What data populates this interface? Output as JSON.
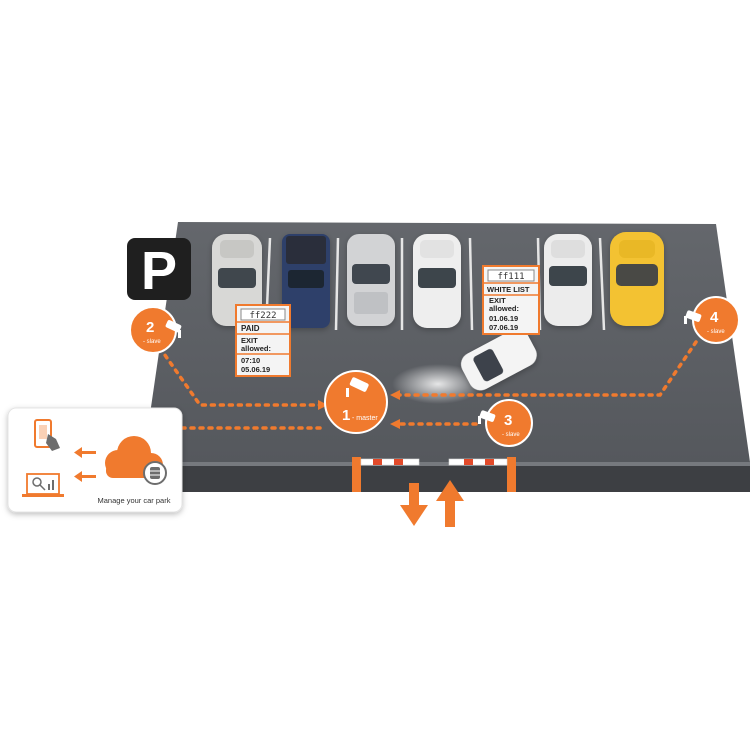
{
  "parking_sign": "P",
  "cameras": [
    {
      "number": "1",
      "role": "- master"
    },
    {
      "number": "2",
      "role": "- slave"
    },
    {
      "number": "3",
      "role": "- slave"
    },
    {
      "number": "4",
      "role": "- slave"
    }
  ],
  "ticket_left": {
    "plate": "ff222",
    "status": "PAID",
    "exit_line1": "EXIT",
    "exit_line2": "allowed:",
    "time": "07:10",
    "date": "05.06.19"
  },
  "ticket_right": {
    "plate": "ff111",
    "status": "WHITE LIST",
    "exit_line1": "EXIT",
    "exit_line2": "allowed:",
    "date_from": "01.06.19",
    "date_to": "07.06.19"
  },
  "cloud_panel": {
    "caption": "Manage your car park"
  },
  "colors": {
    "accent": "#f07a2e",
    "asphalt": "#5b5e63",
    "asphalt_dark": "#3d3f43",
    "sign_bg": "#1f1f1f"
  },
  "icons": [
    "parking-sign-icon",
    "camera-icon",
    "phone-touch-icon",
    "laptop-analytics-icon",
    "cloud-icon",
    "database-icon",
    "barrier-icon",
    "arrow-down-icon",
    "arrow-up-icon"
  ]
}
